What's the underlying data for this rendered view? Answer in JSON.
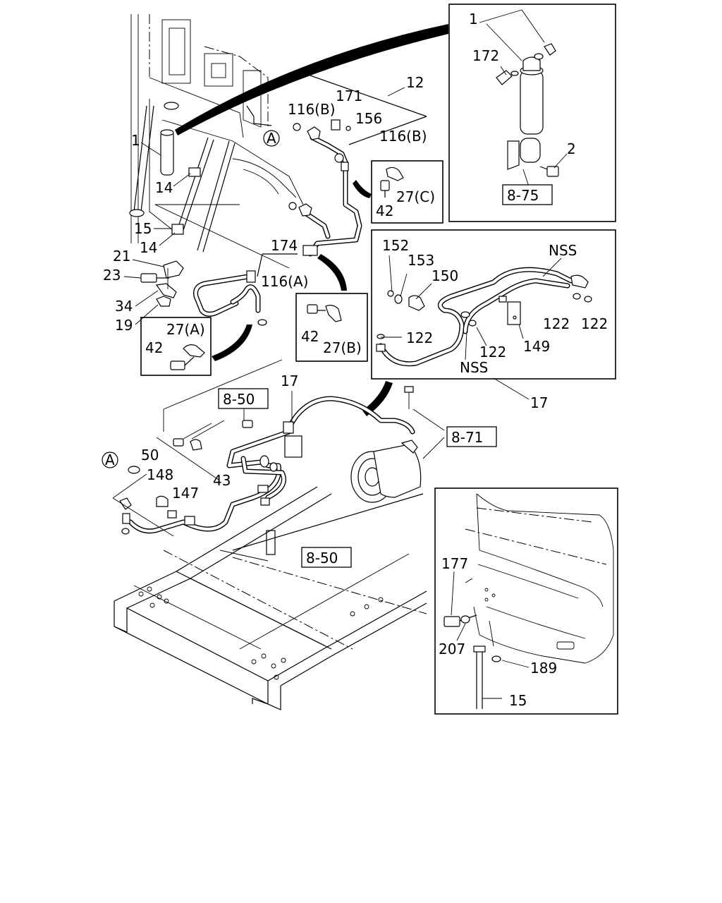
{
  "labels": {
    "l1a": "1",
    "l1b": "1",
    "l2": "2",
    "l12": "12",
    "l14a": "14",
    "l14b": "14",
    "l15a": "15",
    "l15b": "15",
    "l17a": "17",
    "l17b": "17",
    "l19": "19",
    "l21": "21",
    "l23": "23",
    "l34": "34",
    "l42a": "42",
    "l42b": "42",
    "l42c": "42",
    "l43": "43",
    "l50": "50",
    "l116a": "116(A)",
    "l116b1": "116(B)",
    "l116b2": "116(B)",
    "l122a": "122",
    "l122b": "122",
    "l122c": "122",
    "l122d": "122",
    "l147": "147",
    "l148": "148",
    "l149": "149",
    "l150": "150",
    "l152": "152",
    "l153": "153",
    "l156": "156",
    "l171": "171",
    "l172": "172",
    "l174": "174",
    "l177": "177",
    "l189": "189",
    "l207": "207",
    "l27a": "27(A)",
    "l27b": "27(B)",
    "l27c": "27(C)",
    "nss1": "NSS",
    "nss2": "NSS",
    "circA1": "A",
    "circA2": "A"
  },
  "refs": {
    "r875": "8-75",
    "r850a": "8-50",
    "r850b": "8-50",
    "r871": "8-71"
  }
}
